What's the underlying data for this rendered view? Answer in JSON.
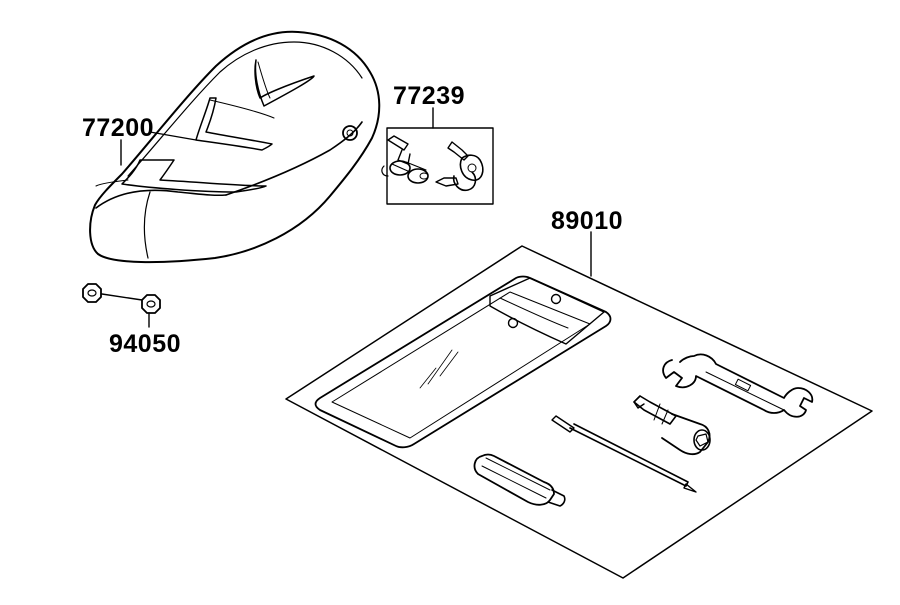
{
  "diagram": {
    "ink_color": "#000000",
    "background_color": "#ffffff",
    "parts": [
      {
        "number": "77200",
        "icon": "scooter-seat-icon"
      },
      {
        "number": "77239",
        "icon": "lock-and-keys-icon"
      },
      {
        "number": "89010",
        "icon": "tool-kit-icon"
      },
      {
        "number": "94050",
        "icon": "nut-icon"
      }
    ]
  }
}
